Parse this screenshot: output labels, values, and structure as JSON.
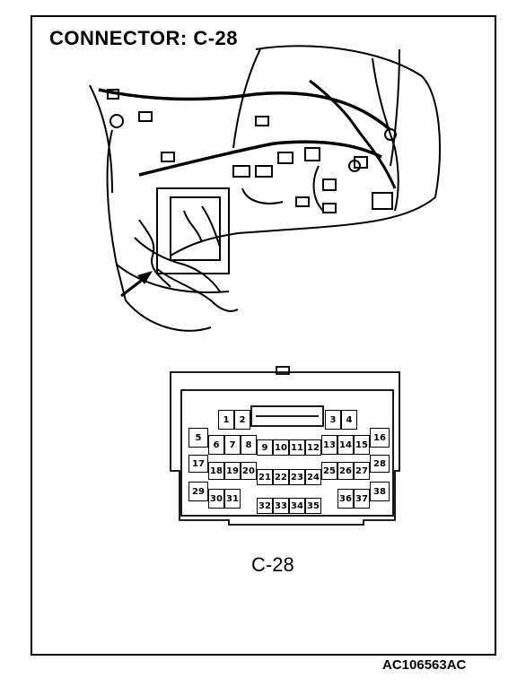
{
  "title": "CONNECTOR: C-28",
  "connector_label": "C-28",
  "figure_code": "AC106563AC",
  "pins": [
    {
      "n": "1"
    },
    {
      "n": "2"
    },
    {
      "n": "3"
    },
    {
      "n": "4"
    },
    {
      "n": "5"
    },
    {
      "n": "6"
    },
    {
      "n": "7"
    },
    {
      "n": "8"
    },
    {
      "n": "9"
    },
    {
      "n": "10"
    },
    {
      "n": "11"
    },
    {
      "n": "12"
    },
    {
      "n": "13"
    },
    {
      "n": "14"
    },
    {
      "n": "15"
    },
    {
      "n": "16"
    },
    {
      "n": "17"
    },
    {
      "n": "18"
    },
    {
      "n": "19"
    },
    {
      "n": "20"
    },
    {
      "n": "21"
    },
    {
      "n": "22"
    },
    {
      "n": "23"
    },
    {
      "n": "24"
    },
    {
      "n": "25"
    },
    {
      "n": "26"
    },
    {
      "n": "27"
    },
    {
      "n": "28"
    },
    {
      "n": "29"
    },
    {
      "n": "30"
    },
    {
      "n": "31"
    },
    {
      "n": "32"
    },
    {
      "n": "33"
    },
    {
      "n": "34"
    },
    {
      "n": "35"
    },
    {
      "n": "36"
    },
    {
      "n": "37"
    },
    {
      "n": "38"
    }
  ]
}
